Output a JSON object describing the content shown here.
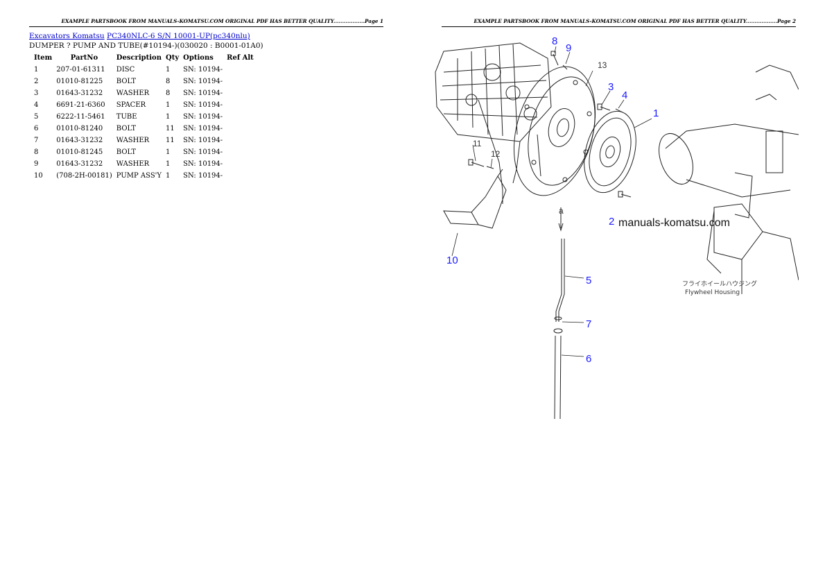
{
  "left_page": {
    "header": "EXAMPLE PARTSBOOK FROM MANUALS-KOMATSU.COM ORIGINAL PDF HAS BETTER QUALITY..................Page 1",
    "breadcrumb": {
      "link1": "Excavators Komatsu",
      "link2": "PC340NLC-6 S/N 10001-UP(pc340nlu)"
    },
    "subtitle": "DUMPER ? PUMP AND TUBE(#10194-)(030020 : B0001-01A0)",
    "table": {
      "headers": [
        "Item",
        "PartNo",
        "Description",
        "Qty",
        "Options",
        "Ref Alt"
      ],
      "rows": [
        [
          "1",
          "207-01-61311",
          "DISC",
          "1",
          "SN: 10194-",
          ""
        ],
        [
          "2",
          "01010-81225",
          "BOLT",
          "8",
          "SN: 10194-",
          ""
        ],
        [
          "3",
          "01643-31232",
          "WASHER",
          "8",
          "SN: 10194-",
          ""
        ],
        [
          "4",
          "6691-21-6360",
          "SPACER",
          "1",
          "SN: 10194-",
          ""
        ],
        [
          "5",
          "6222-11-5461",
          "TUBE",
          "1",
          "SN: 10194-",
          ""
        ],
        [
          "6",
          "01010-81240",
          "BOLT",
          "11",
          "SN: 10194-",
          ""
        ],
        [
          "7",
          "01643-31232",
          "WASHER",
          "11",
          "SN: 10194-",
          ""
        ],
        [
          "8",
          "01010-81245",
          "BOLT",
          "1",
          "SN: 10194-",
          ""
        ],
        [
          "9",
          "01643-31232",
          "WASHER",
          "1",
          "SN: 10194-",
          ""
        ],
        [
          "10",
          "(708-2H-00181)",
          "PUMP ASS'Y",
          "1",
          "SN: 10194-",
          ""
        ]
      ]
    }
  },
  "right_page": {
    "header": "EXAMPLE PARTSBOOK FROM MANUALS-KOMATSU.COM ORIGINAL PDF HAS BETTER QUALITY..................Page 2",
    "diagram": {
      "callouts": [
        "1",
        "2",
        "3",
        "4",
        "5",
        "6",
        "7",
        "8",
        "9",
        "10"
      ],
      "gray_callouts": [
        "11",
        "12",
        "13",
        "a"
      ],
      "watermark": "manuals-komatsu.com",
      "housing_label_jp": "フライホイールハウジング",
      "housing_label_en": "Flywheel Housing"
    }
  },
  "colors": {
    "link": "#0000cc",
    "callout": "#1a1aff"
  }
}
